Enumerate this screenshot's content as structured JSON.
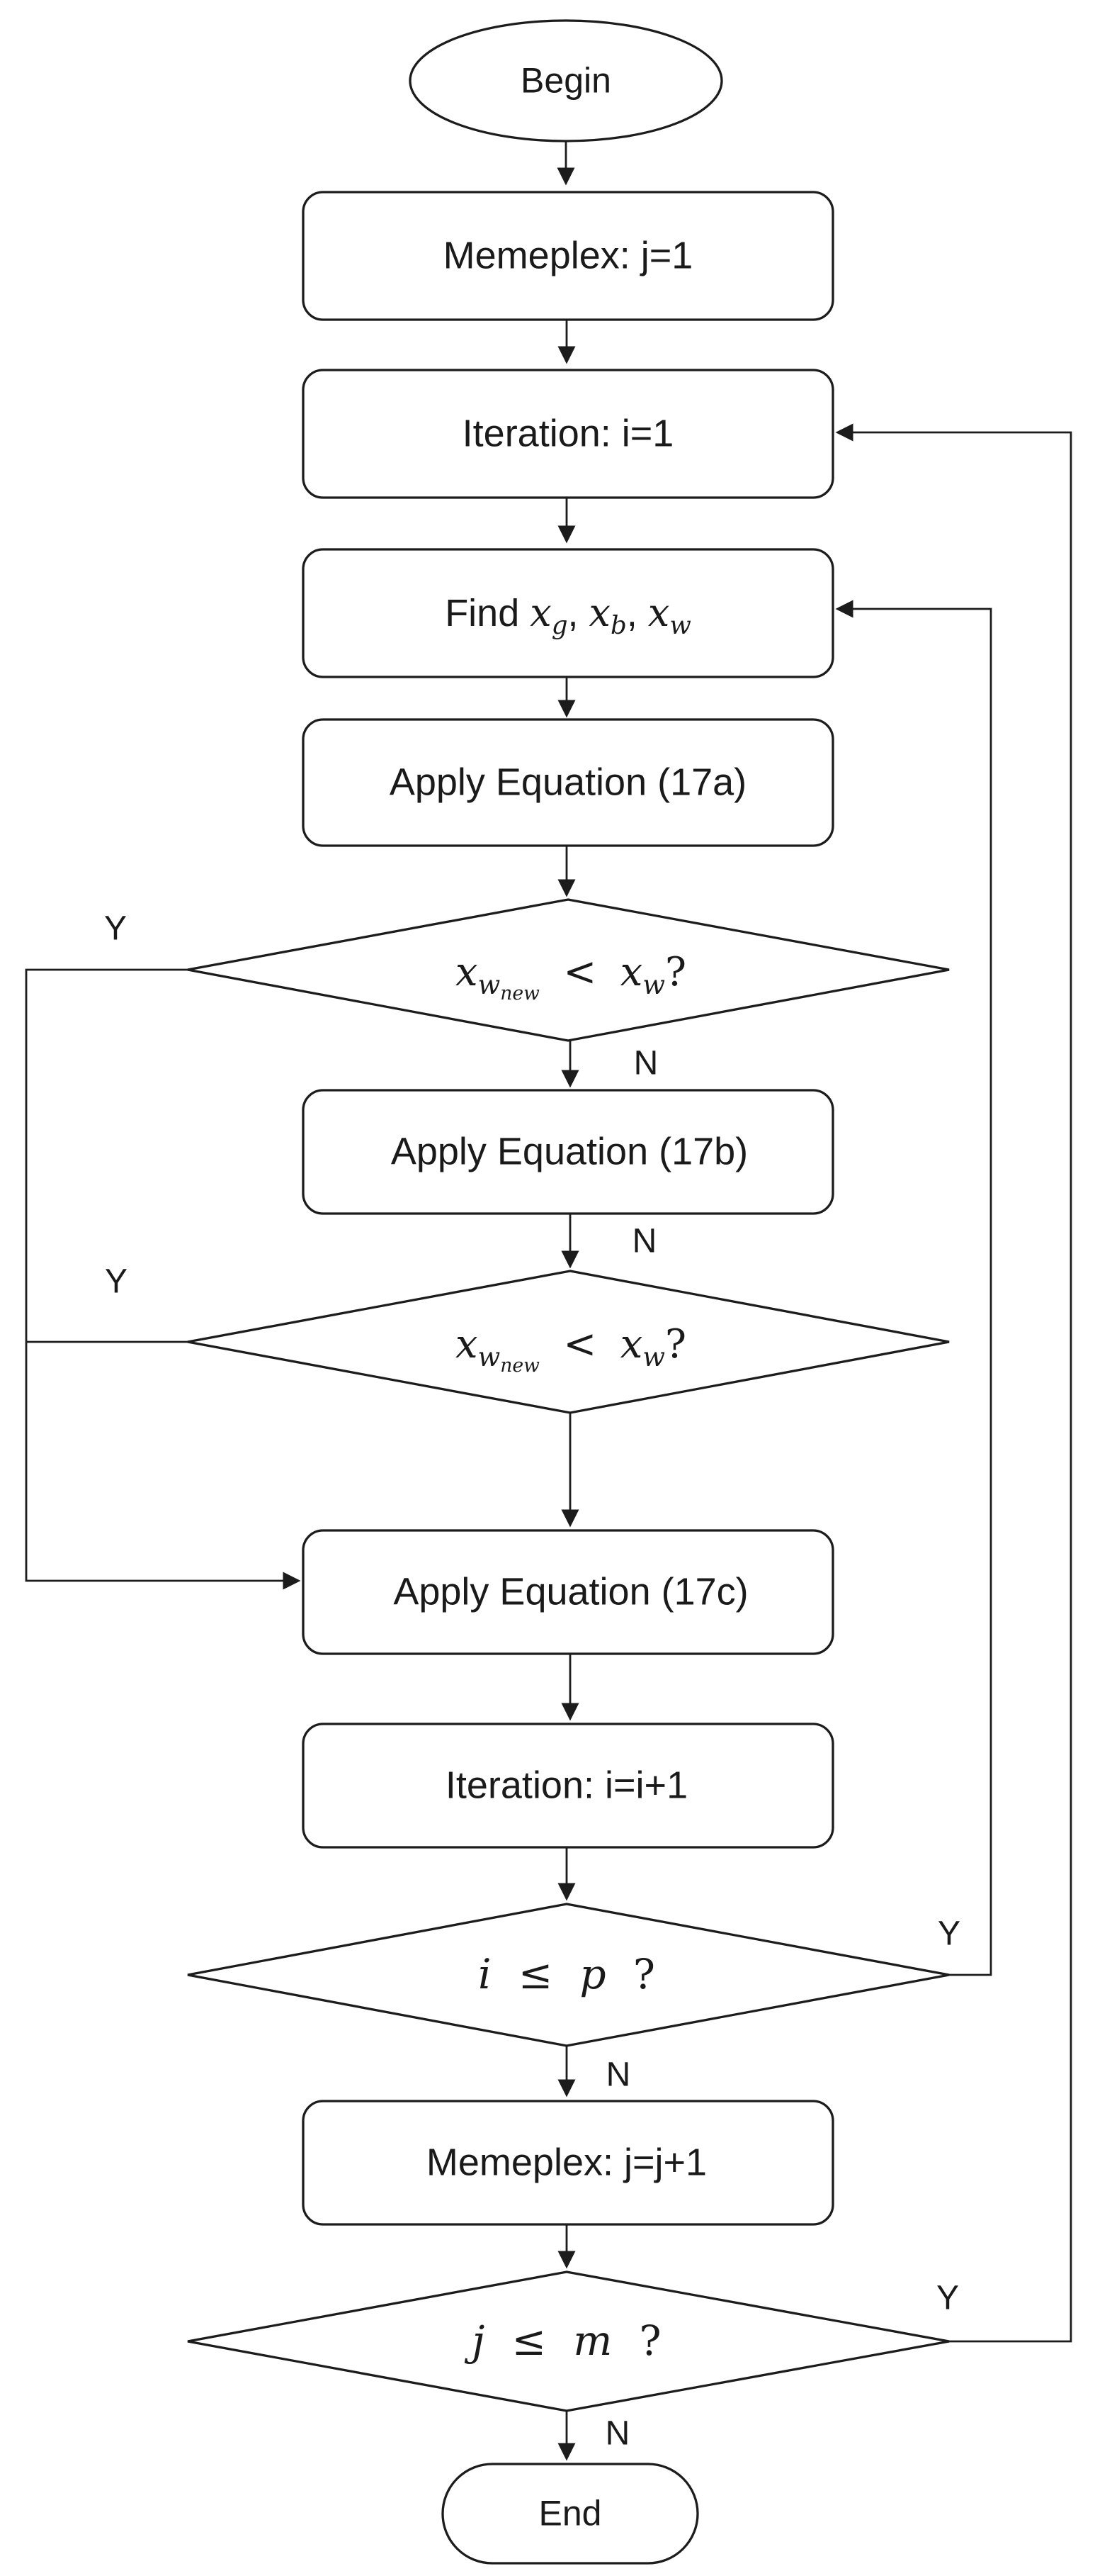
{
  "flowchart": {
    "terminators": {
      "begin": "Begin",
      "end": "End"
    },
    "branch_labels": {
      "yes": "Y",
      "no": "N"
    },
    "processes": {
      "memeplex_init": "Memeplex: j=1",
      "iteration_init": "Iteration: i=1",
      "find_best_worst": "Find <i>x</i><sub><i>g</i></sub>, <i>x</i><sub><i>b</i></sub>, <i>x</i><sub><i>w</i></sub>",
      "apply_eq_17a": "Apply Equation (17a)",
      "apply_eq_17b": "Apply Equation (17b)",
      "apply_eq_17c": "Apply Equation (17c)",
      "iteration_increment": "Iteration: i=i+1",
      "memeplex_increment": "Memeplex: j=j+1"
    },
    "decisions": {
      "xw_new_lt_xw_1": "<i>x</i><sub><i>w</i><sub><i>new</i></sub></sub> &lt; <i>x</i><sub><i>w</i></sub>?",
      "xw_new_lt_xw_2": "<i>x</i><sub><i>w</i><sub><i>new</i></sub></sub> &lt; <i>x</i><sub><i>w</i></sub>?",
      "i_le_p": "<i>i</i> ≤ <i>p</i> ?",
      "j_le_m": "<i>j</i> ≤ <i>m</i> ?"
    },
    "colors": {
      "stroke": "#1c1c1c",
      "shape_fill": "#ffffff",
      "background": "#ffffff"
    }
  }
}
